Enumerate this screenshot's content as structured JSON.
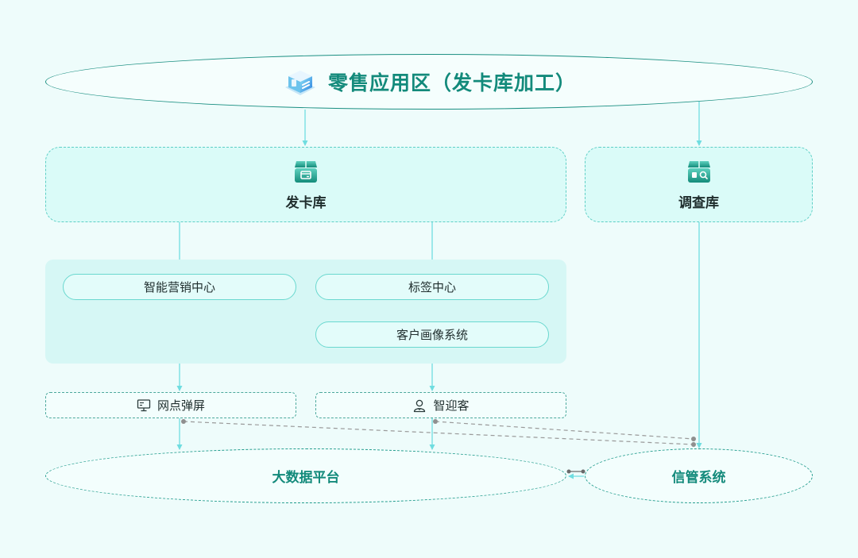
{
  "top": {
    "title": "零售应用区（发卡库加工）",
    "icon": "stacked-database-icon"
  },
  "repos": {
    "card": {
      "label": "发卡库",
      "icon": "card-store-icon"
    },
    "survey": {
      "label": "调查库",
      "icon": "search-store-icon"
    }
  },
  "modules": {
    "marketing": "智能营销中心",
    "tag": "标签中心",
    "portrait": "客户画像系统"
  },
  "channels": {
    "branch": {
      "label": "网点弹屏",
      "icon": "monitor-icon"
    },
    "greet": {
      "label": "智迎客",
      "icon": "user-icon"
    }
  },
  "platforms": {
    "bigdata": "大数据平台",
    "credit": "信管系统"
  },
  "colors": {
    "arrow": "#6fdde0",
    "dashed_link": "#9a9a9a",
    "accent": "#138a7b",
    "node_fill": "#dafbf8"
  }
}
